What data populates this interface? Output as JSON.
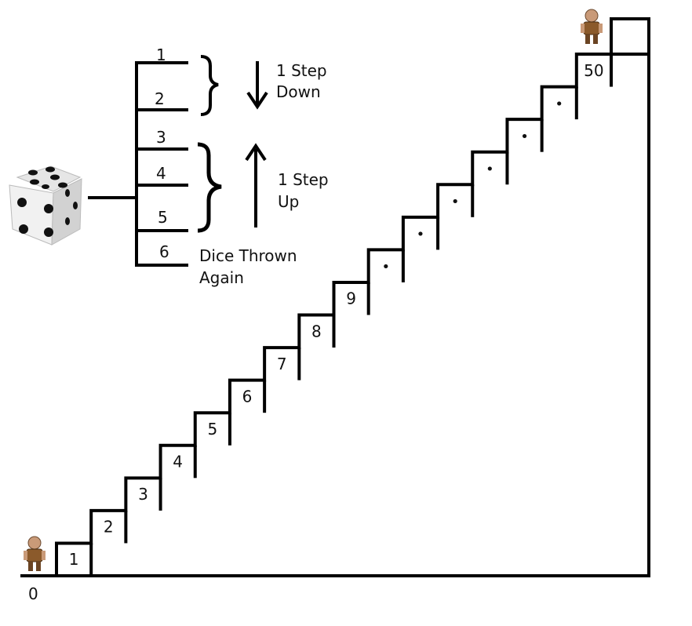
{
  "dice": {
    "outcomes": [
      {
        "face": "1"
      },
      {
        "face": "2"
      },
      {
        "face": "3"
      },
      {
        "face": "4"
      },
      {
        "face": "5"
      },
      {
        "face": "6"
      }
    ],
    "down_label": [
      "1 Step",
      "Down"
    ],
    "up_label": [
      "1 Step",
      "Up"
    ],
    "again_label": [
      "Dice Thrown",
      "Again"
    ]
  },
  "staircase": {
    "ground_label": "0",
    "steps": [
      "1",
      "2",
      "3",
      "4",
      "5",
      "6",
      "7",
      "8",
      "9",
      "•",
      "•",
      "•",
      "•",
      "•",
      "•",
      "50"
    ]
  },
  "figures": [
    "start-figure",
    "goal-figure"
  ]
}
